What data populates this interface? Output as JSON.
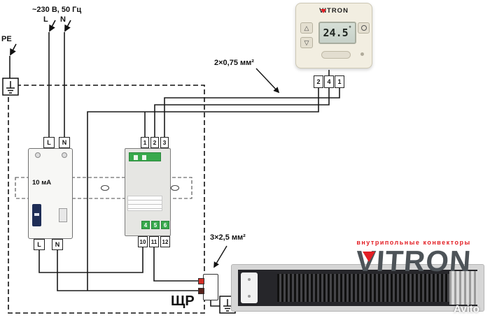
{
  "supply": {
    "label": "~230 В, 50 Гц",
    "l": "L",
    "n": "N",
    "pe": "PE"
  },
  "panel": {
    "label": "ЩР"
  },
  "breaker": {
    "rating": "10 мА",
    "top_terminals": [
      "L",
      "N"
    ],
    "bottom_terminals": [
      "L",
      "N"
    ]
  },
  "relay": {
    "top_terminals": [
      "1",
      "2",
      "3"
    ],
    "green_terminals": [
      "4",
      "5",
      "6"
    ],
    "bottom_terminals": [
      "10",
      "11",
      "12"
    ]
  },
  "thermostat": {
    "brand": "VITRON",
    "temp": "24.5",
    "degree": "°",
    "up_glyph": "△",
    "down_glyph": "▽",
    "terminals": [
      "2",
      "4",
      "1"
    ]
  },
  "cables": {
    "thermostat_cable": "2×0,75 мм²",
    "power_cable": "3×2,5 мм²"
  },
  "convector": {
    "tagline": "внутрипольные конвекторы",
    "brand": "VITRON"
  },
  "watermark": "Avito",
  "colors": {
    "accent_red": "#e31e24",
    "brand_gray": "#4d5358",
    "relay_green": "#38a94c"
  }
}
